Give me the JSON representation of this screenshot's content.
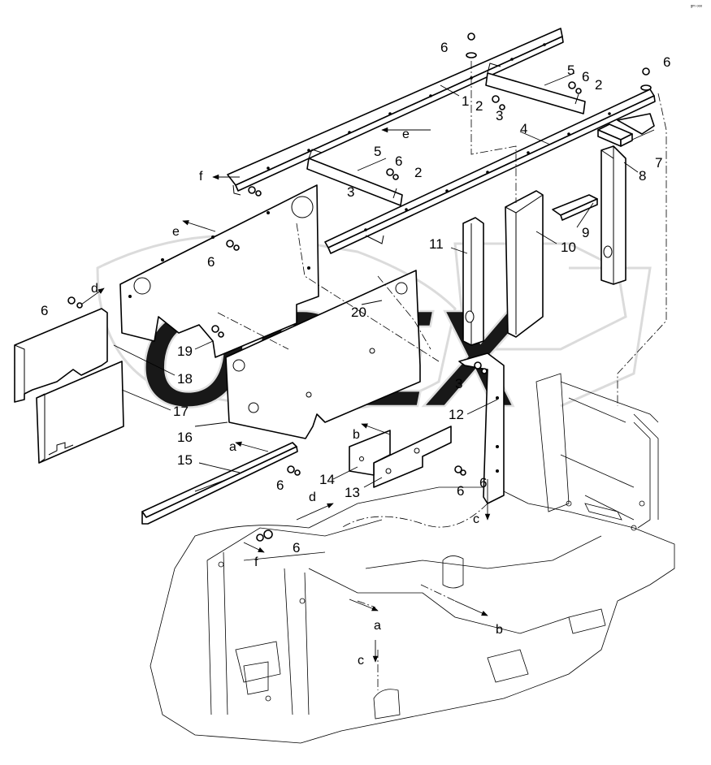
{
  "corner_mark": "ᵍᵐ ᵒᵒᵒ",
  "watermark_text": "OPEX",
  "callouts": [
    {
      "id": "c1",
      "label": "1"
    },
    {
      "id": "c2a",
      "label": "2"
    },
    {
      "id": "c2b",
      "label": "2"
    },
    {
      "id": "c2c",
      "label": "2"
    },
    {
      "id": "c3a",
      "label": "3"
    },
    {
      "id": "c3b",
      "label": "3"
    },
    {
      "id": "c3c",
      "label": "3"
    },
    {
      "id": "c4",
      "label": "4"
    },
    {
      "id": "c5a",
      "label": "5"
    },
    {
      "id": "c5b",
      "label": "5"
    },
    {
      "id": "c6a",
      "label": "6"
    },
    {
      "id": "c6b",
      "label": "6"
    },
    {
      "id": "c6c",
      "label": "6"
    },
    {
      "id": "c6d",
      "label": "6"
    },
    {
      "id": "c6e",
      "label": "6"
    },
    {
      "id": "c6f",
      "label": "6"
    },
    {
      "id": "c6g",
      "label": "6"
    },
    {
      "id": "c6h",
      "label": "6"
    },
    {
      "id": "c6i",
      "label": "6"
    },
    {
      "id": "c6j",
      "label": "6"
    },
    {
      "id": "c7",
      "label": "7"
    },
    {
      "id": "c8",
      "label": "8"
    },
    {
      "id": "c9",
      "label": "9"
    },
    {
      "id": "c10",
      "label": "10"
    },
    {
      "id": "c11",
      "label": "11"
    },
    {
      "id": "c12",
      "label": "12"
    },
    {
      "id": "c13",
      "label": "13"
    },
    {
      "id": "c14",
      "label": "14"
    },
    {
      "id": "c15",
      "label": "15"
    },
    {
      "id": "c16",
      "label": "16"
    },
    {
      "id": "c17",
      "label": "17"
    },
    {
      "id": "c18",
      "label": "18"
    },
    {
      "id": "c19",
      "label": "19"
    },
    {
      "id": "c20",
      "label": "20"
    }
  ],
  "arrow_labels": [
    {
      "id": "a-top",
      "label": "a"
    },
    {
      "id": "a-bot",
      "label": "a"
    },
    {
      "id": "b-top",
      "label": "b"
    },
    {
      "id": "b-bot",
      "label": "b"
    },
    {
      "id": "c-top",
      "label": "c"
    },
    {
      "id": "c-bot",
      "label": "c"
    },
    {
      "id": "d-top",
      "label": "d"
    },
    {
      "id": "d-bot",
      "label": "d"
    },
    {
      "id": "e-top",
      "label": "e"
    },
    {
      "id": "e-mid",
      "label": "e"
    },
    {
      "id": "f-top",
      "label": "f"
    },
    {
      "id": "f-bot",
      "label": "f"
    }
  ]
}
